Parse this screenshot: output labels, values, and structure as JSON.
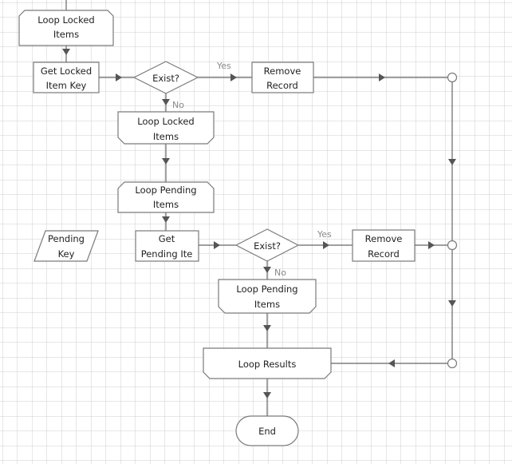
{
  "nodes": {
    "loop_locked_top": [
      "Loop Locked",
      "Items"
    ],
    "get_locked_key": [
      "Get Locked",
      "Item Key"
    ],
    "exist_1": [
      "Exist?"
    ],
    "remove_record_1": [
      "Remove",
      "Record"
    ],
    "loop_locked_2": [
      "Loop Locked",
      "Items"
    ],
    "loop_pending_1": [
      "Loop Pending",
      "Items"
    ],
    "pending_key": [
      "Pending",
      "Key"
    ],
    "get_pending": [
      "Get",
      "Pending Ite"
    ],
    "exist_2": [
      "Exist?"
    ],
    "remove_record_2": [
      "Remove",
      "Record"
    ],
    "loop_pending_2": [
      "Loop Pending",
      "Items"
    ],
    "loop_results": [
      "Loop Results"
    ],
    "end": [
      "End"
    ]
  },
  "edge_labels": {
    "yes_1": "Yes",
    "no_1": "No",
    "yes_2": "Yes",
    "no_2": "No"
  },
  "colors": {
    "grid": "#cfcfcf",
    "stroke": "#7a7a7a",
    "connector": "#666666",
    "text": "#222222",
    "edge_label": "#8a8a8a"
  }
}
